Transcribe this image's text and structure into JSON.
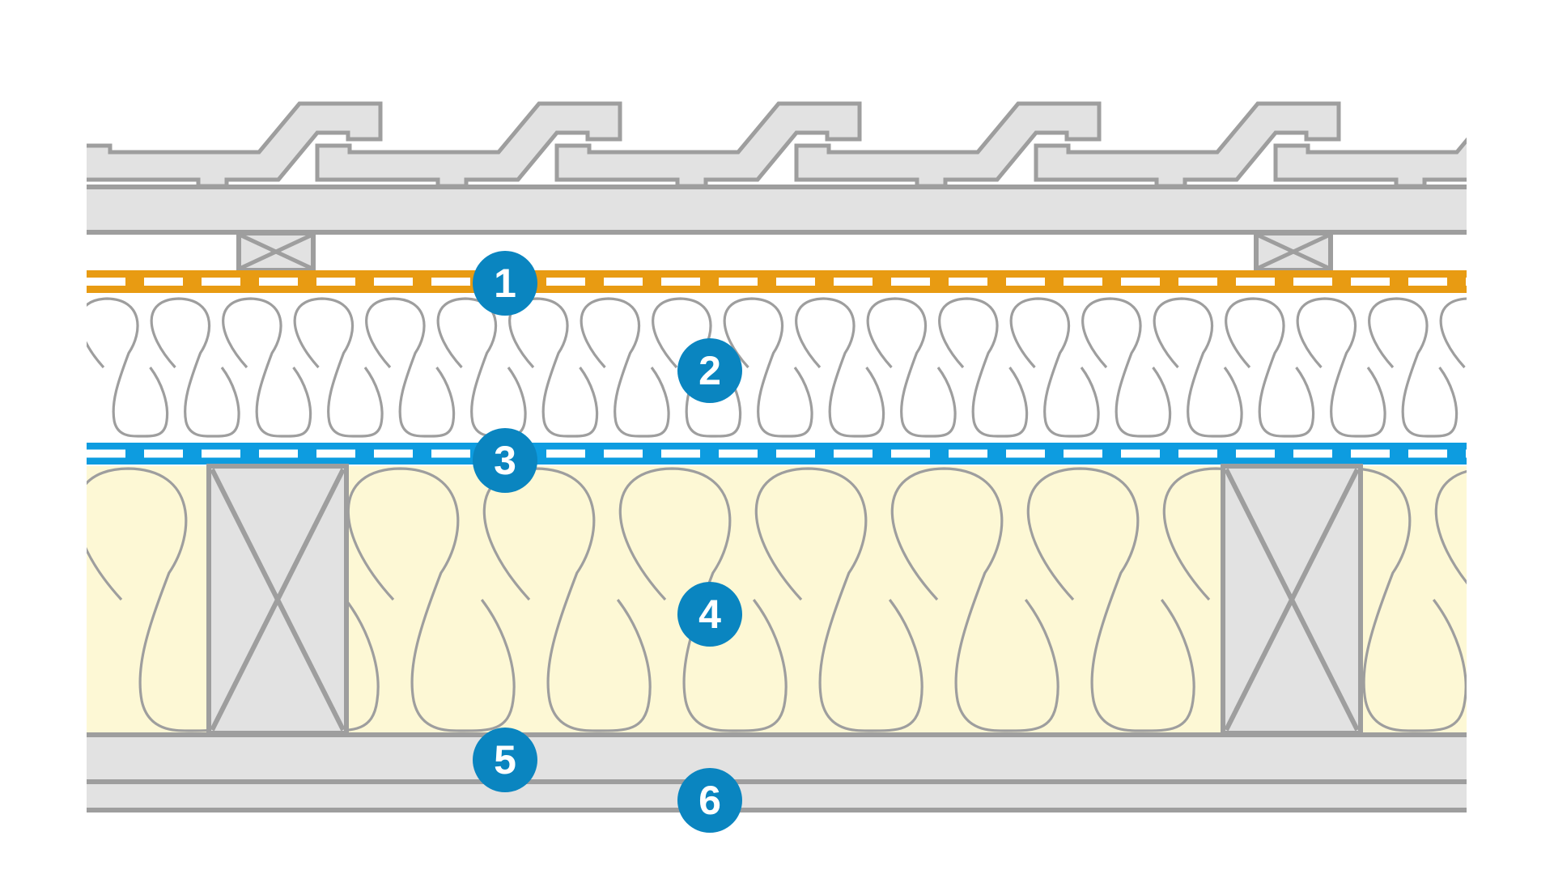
{
  "diagram": {
    "type": "roof-section",
    "colors": {
      "outline": "#9e9e9e",
      "fill_grey": "#e2e2e2",
      "underlay_orange": "#e89b12",
      "vapour_blue": "#0d9ce0",
      "insulation_yellow": "#fdf8d5",
      "badge_blue": "#0a85c0",
      "badge_text": "#ffffff"
    },
    "markers": [
      {
        "id": "1",
        "label": "1",
        "layer": "underlay-membrane"
      },
      {
        "id": "2",
        "label": "2",
        "layer": "over-rafter-insulation"
      },
      {
        "id": "3",
        "label": "3",
        "layer": "vapour-control-membrane"
      },
      {
        "id": "4",
        "label": "4",
        "layer": "between-rafter-insulation"
      },
      {
        "id": "5",
        "label": "5",
        "layer": "inner-board"
      },
      {
        "id": "6",
        "label": "6",
        "layer": "inner-lining"
      }
    ]
  }
}
